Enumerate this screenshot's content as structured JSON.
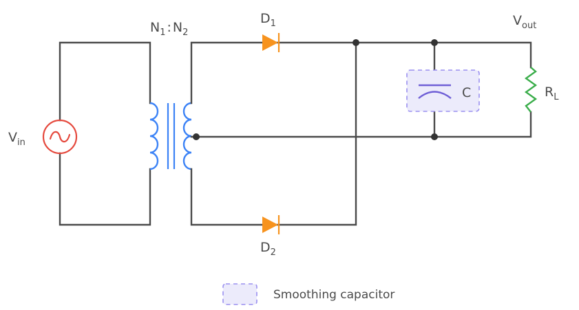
{
  "diagram": {
    "title": "Center-tapped full-wave rectifier with smoothing capacitor",
    "labels": {
      "vin": {
        "main": "V",
        "sub": "in"
      },
      "ratio": {
        "n1": "N",
        "n1_sub": "1",
        "sep": ":",
        "n2": "N",
        "n2_sub": "2"
      },
      "d1": {
        "main": "D",
        "sub": "1"
      },
      "d2": {
        "main": "D",
        "sub": "2"
      },
      "vout": {
        "main": "V",
        "sub": "out"
      },
      "capacitor": "C",
      "load": {
        "main": "R",
        "sub": "L"
      }
    },
    "legend": {
      "items": [
        {
          "label": "Smoothing capacitor",
          "swatch": "dashed-lavender-box"
        }
      ]
    },
    "colors": {
      "wire": "#4a4a4a",
      "source": "#e5483c",
      "transformer": "#3b82f6",
      "diode": "#f7931e",
      "capacitor": "#6f5fd6",
      "highlight_fill": "#ecebfb",
      "highlight_stroke": "#9a8ff0",
      "resistor": "#3aad4a"
    },
    "components": [
      {
        "id": "vin",
        "type": "ac-source"
      },
      {
        "id": "transformer",
        "type": "center-tapped-transformer"
      },
      {
        "id": "d1",
        "type": "diode"
      },
      {
        "id": "d2",
        "type": "diode"
      },
      {
        "id": "c",
        "type": "capacitor"
      },
      {
        "id": "rl",
        "type": "resistor"
      }
    ]
  }
}
